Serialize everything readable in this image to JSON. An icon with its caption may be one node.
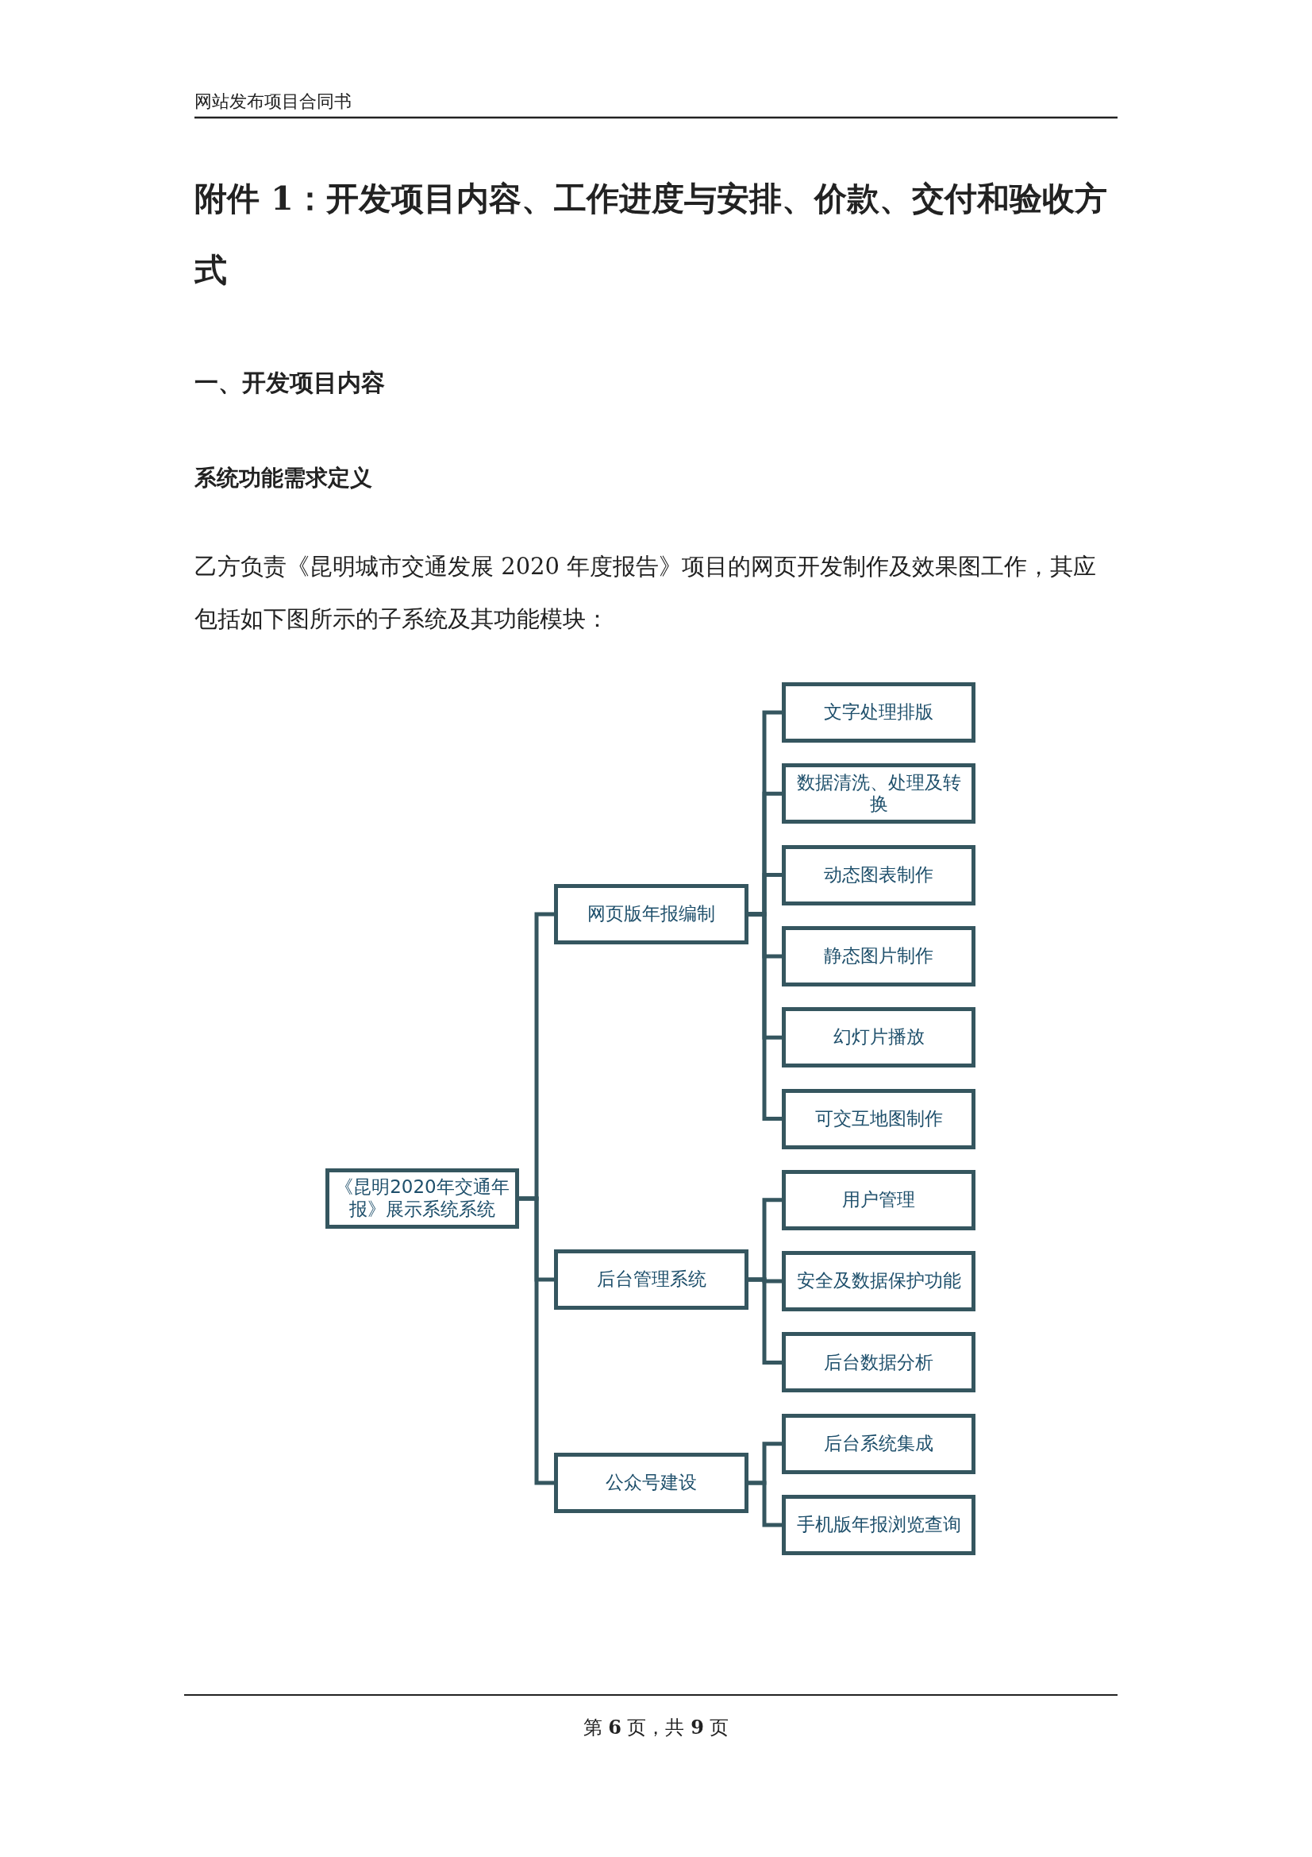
{
  "diagram": {
    "title": "附件 1：开发项目内容、工作进度与安排、价款、交付和验收方式",
    "nodes": [
      {
        "text": [
          "《昆明2020年交通年报》展示系统系统"
        ]
      },
      {
        "text": [
          "网页版年报编制"
        ]
      },
      {
        "text": [
          "后台管理系统"
        ]
      },
      {
        "text": [
          "公众号建设"
        ]
      },
      {
        "text": [
          "文字处理排版"
        ]
      },
      {
        "text": [
          "数据清洗、处理及转换"
        ]
      },
      {
        "text": [
          "动态图表制作"
        ]
      },
      {
        "text": [
          "静态图片制作"
        ]
      },
      {
        "text": [
          "幻灯片播放"
        ]
      },
      {
        "text": [
          "可交互地图制作"
        ]
      },
      {
        "text": [
          "用户管理"
        ]
      },
      {
        "text": [
          "安全及数据保护功能"
        ]
      },
      {
        "text": [
          "后台数据分析"
        ]
      },
      {
        "text": [
          "后台系统集成"
        ]
      },
      {
        "text": [
          "手机版年报浏览查询"
        ]
      }
    ],
    "edges": [
      {
        "from": 0,
        "to": 1,
        "arrow": "none"
      },
      {
        "from": 0,
        "to": 2,
        "arrow": "none"
      },
      {
        "from": 0,
        "to": 3,
        "arrow": "none"
      },
      {
        "from": 1,
        "to": 4,
        "arrow": "none"
      },
      {
        "from": 1,
        "to": 5,
        "arrow": "none"
      },
      {
        "from": 1,
        "to": 6,
        "arrow": "none"
      },
      {
        "from": 1,
        "to": 7,
        "arrow": "none"
      },
      {
        "from": 1,
        "to": 8,
        "arrow": "none"
      },
      {
        "from": 1,
        "to": 9,
        "arrow": "none"
      },
      {
        "from": 2,
        "to": 10,
        "arrow": "none"
      },
      {
        "from": 2,
        "to": 11,
        "arrow": "none"
      },
      {
        "from": 2,
        "to": 12,
        "arrow": "none"
      },
      {
        "from": 3,
        "to": 13,
        "arrow": "none"
      },
      {
        "from": 3,
        "to": 14,
        "arrow": "none"
      }
    ],
    "labels": [
      "网站发布项目合同书",
      "一、开发项目内容",
      "系统功能需求定义",
      "乙方负责《昆明城市交通发展 2020 年度报告》项目的网页开发制作及效果图工作，其应包括如下图所示的子系统及其功能模块：",
      "第 **6** 页，共 **9** 页"
    ]
  }
}
